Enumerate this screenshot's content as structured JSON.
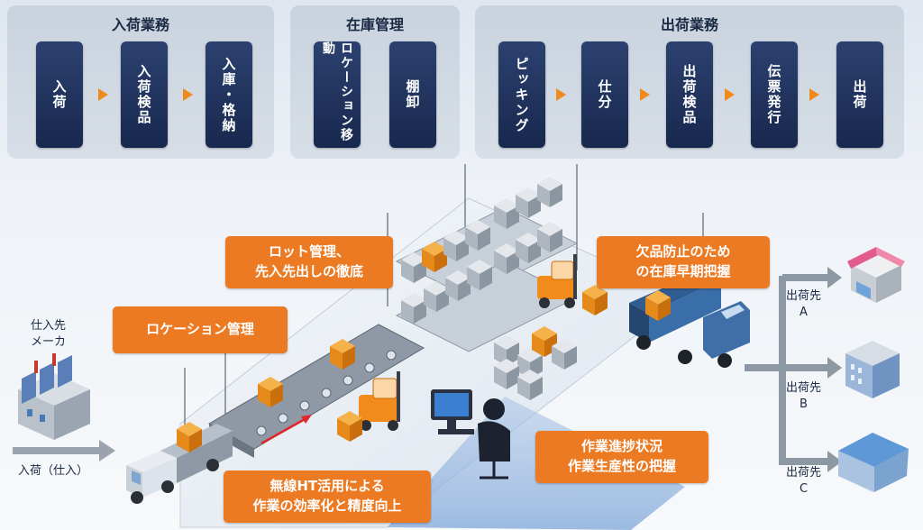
{
  "panels": {
    "inbound": {
      "title": "入荷業務",
      "steps": [
        "入荷",
        "入荷検品",
        "入庫・格納"
      ]
    },
    "inventory": {
      "title": "在庫管理",
      "steps": [
        "ロケーション移動",
        "棚卸"
      ]
    },
    "outbound": {
      "title": "出荷業務",
      "steps": [
        "ピッキング",
        "仕分",
        "出荷検品",
        "伝票発行",
        "出荷"
      ]
    }
  },
  "callouts": {
    "lot": {
      "line1": "ロット管理、",
      "line2": "先入先出しの徹底"
    },
    "location": {
      "line1": "ロケーション管理"
    },
    "shortage": {
      "line1": "欠品防止のため",
      "line2": "の在庫早期把握"
    },
    "progress": {
      "line1": "作業進捗状況",
      "line2": "作業生産性の把握"
    },
    "ht": {
      "line1": "無線HT活用による",
      "line2": "作業の効率化と精度向上"
    }
  },
  "supplier": {
    "line1": "仕入先",
    "line2": "メーカ",
    "arrow_label": "入荷（仕入）"
  },
  "destinations": [
    {
      "label": "出荷先",
      "id": "A"
    },
    {
      "label": "出荷先",
      "id": "B"
    },
    {
      "label": "出荷先",
      "id": "C"
    }
  ],
  "colors": {
    "step": "#1f3360",
    "accent": "#ec7a23",
    "panel": "#cfd8e2",
    "arrow": "#f08a1c"
  }
}
